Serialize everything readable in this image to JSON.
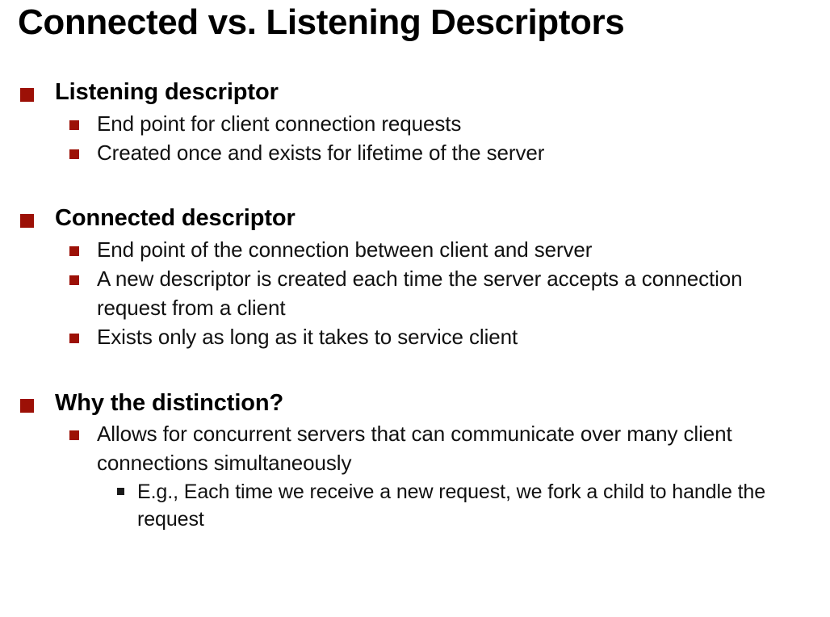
{
  "slide": {
    "title": "Connected vs. Listening Descriptors",
    "background_color": "#FFFFFF",
    "bullet_color_level1": "#9C1006",
    "bullet_color_level2": "#9C1006",
    "bullet_color_level3": "#1A1A1A",
    "text_color": "#000000"
  },
  "sections": [
    {
      "heading": "Listening descriptor",
      "items": [
        {
          "text": "End point for client connection requests"
        },
        {
          "text": "Created once and exists for lifetime of the server"
        }
      ]
    },
    {
      "heading": "Connected descriptor",
      "items": [
        {
          "text": "End point of the connection between client and server"
        },
        {
          "text": "A new descriptor is created each time the server accepts a connection request from a client"
        },
        {
          "text": "Exists only as long as it takes to service client"
        }
      ]
    },
    {
      "heading": "Why the distinction?",
      "items": [
        {
          "text": "Allows for concurrent servers that can communicate over many client connections simultaneously"
        }
      ],
      "subitems": [
        {
          "text": "E.g., Each time we receive a new request, we fork a child to handle the request"
        }
      ]
    }
  ]
}
